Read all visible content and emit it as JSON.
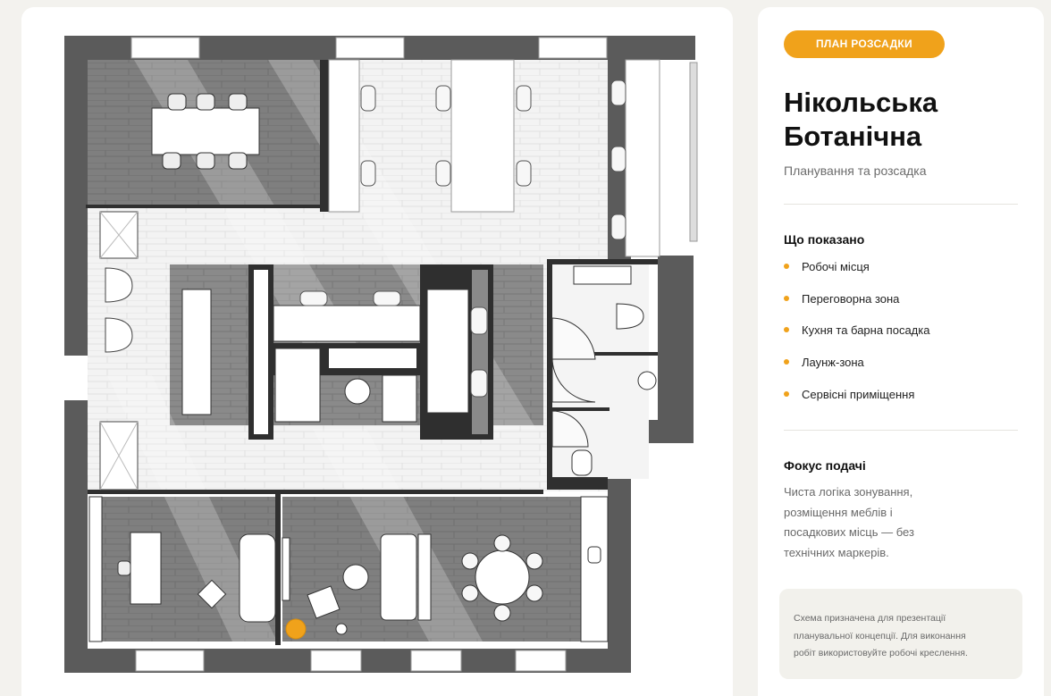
{
  "sidebar": {
    "badge": "ПЛАН РОЗСАДКИ",
    "title": "Нікольська Ботанічна",
    "subtitle": "Планування та розсадка",
    "shown_heading": "Що показано",
    "legend_items": [
      {
        "label": "Робочі місця"
      },
      {
        "label": "Переговорна зона"
      },
      {
        "label": "Кухня та барна посадка"
      },
      {
        "label": "Лаунж-зона"
      },
      {
        "label": "Сервісні приміщення"
      }
    ],
    "focus_heading": "Фокус подачі",
    "focus_text": "Чиста логіка зонування, розміщення меблів і посадкових місць — без технічних маркерів.",
    "note": "Схема призначена для презентації планувальної концепції. Для виконання робіт використовуйте робочі креслення."
  },
  "colors": {
    "accent": "#f0a21b",
    "wall": "#5b5b5b",
    "floor_dark": "#7e7e7e",
    "floor_light": "#f2f2f2"
  }
}
